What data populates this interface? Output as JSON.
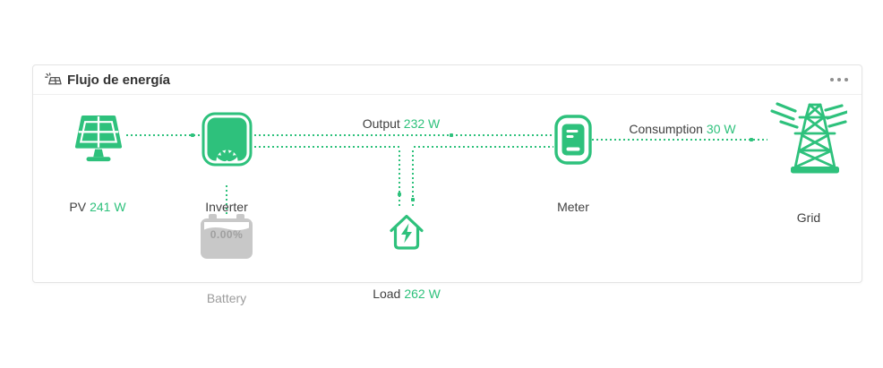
{
  "header": {
    "title": "Flujo de energía"
  },
  "nodes": {
    "pv": {
      "label": "PV",
      "value": "241 W"
    },
    "inverter": {
      "label": "Inverter"
    },
    "battery": {
      "label": "Battery",
      "soc": "0.00%"
    },
    "load": {
      "label": "Load",
      "value": "262 W"
    },
    "meter": {
      "label": "Meter"
    },
    "grid": {
      "label": "Grid"
    }
  },
  "flows": {
    "output": {
      "label": "Output",
      "value": "232 W"
    },
    "consumption": {
      "label": "Consumption",
      "value": "30 W"
    }
  },
  "icons": {
    "header": "solar-panel-icon",
    "menu": "ellipsis-icon",
    "pv": "solar-panel-icon",
    "inverter": "inverter-icon",
    "battery": "battery-icon",
    "load": "house-load-icon",
    "meter": "meter-icon",
    "grid": "transmission-tower-icon"
  },
  "colors": {
    "accent_green": "#2ec17c",
    "inactive_gray": "#c8c8c8",
    "text_dark": "#404040",
    "text_gray": "#9c9c9c"
  }
}
